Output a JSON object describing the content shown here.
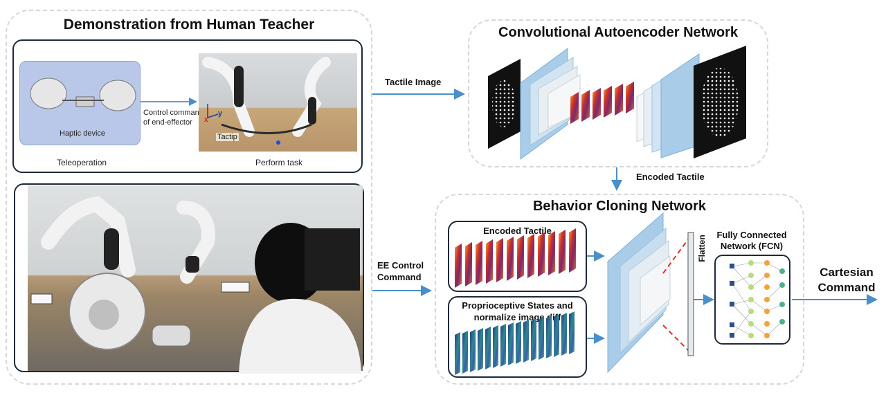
{
  "demo": {
    "title": "Demonstration from Human Teacher",
    "haptic_label": "Haptic device",
    "control_command": "Control command",
    "of_end_effector": "of end-effector",
    "teleoperation": "Teleoperation",
    "perform_task": "Perform task",
    "tactip": "Tactip",
    "axis_x": "x",
    "axis_y": "y"
  },
  "cae": {
    "title": "Convolutional Autoencoder Network"
  },
  "bc": {
    "title": "Behavior Cloning Network",
    "encoded_tactile_box": "Encoded Tactile",
    "proprio_line1": "Proprioceptive States and",
    "proprio_line2": "normalize image diff",
    "flatten": "Flatten",
    "fcn_line1": "Fully Connected",
    "fcn_line2": "Network (FCN)"
  },
  "arrows": {
    "tactile_image": "Tactile Image",
    "encoded_tactile": "Encoded Tactile",
    "ee_line1": "EE Control",
    "ee_line2": "Command",
    "cartesian_line1": "Cartesian",
    "cartesian_line2": "Command"
  },
  "colors": {
    "arrow": "#4a8fc9",
    "layer": "#a9cde8",
    "dashed_border": "#d6d6d6",
    "panel_border": "#1e2a3a",
    "haptic_bg": "#b9c8e9"
  }
}
